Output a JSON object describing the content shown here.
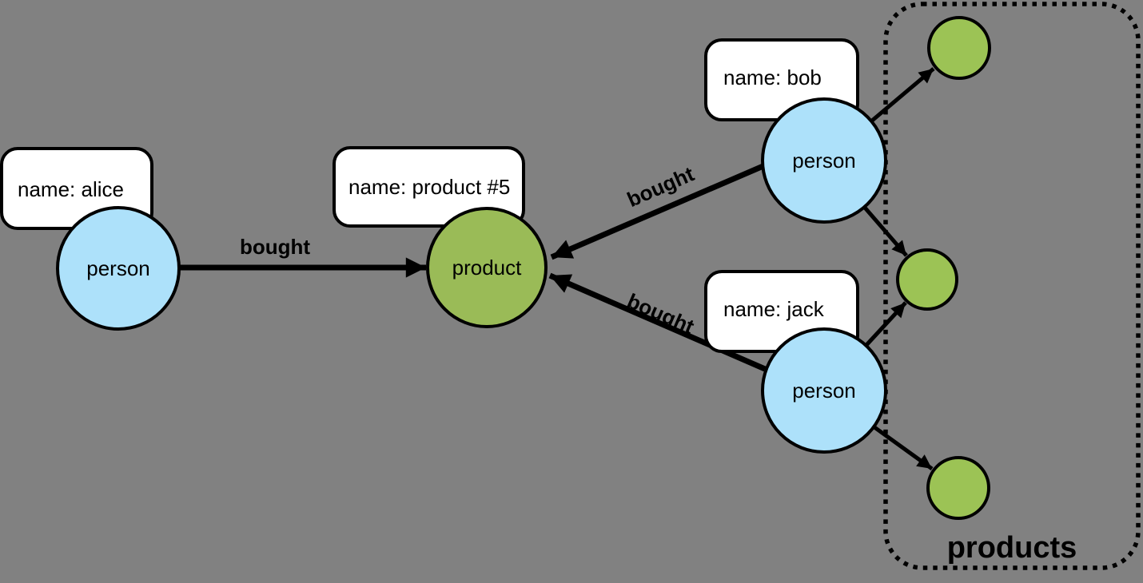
{
  "diagram": {
    "background": "#818181",
    "colors": {
      "person_fill": "#ADE1FA",
      "product_fill": "#9ABB57",
      "small_product_fill": "#9CC355",
      "label_box_fill": "#FFFFFF",
      "line_color": "#000000"
    },
    "nodes": {
      "alice": {
        "type_label": "person",
        "property": "name: alice"
      },
      "bob": {
        "type_label": "person",
        "property": "name: bob"
      },
      "jack": {
        "type_label": "person",
        "property": "name: jack"
      },
      "product5": {
        "type_label": "product",
        "property": "name: product #5"
      }
    },
    "edges": {
      "alice_bought": {
        "label": "bought"
      },
      "bob_bought": {
        "label": "bought"
      },
      "jack_bought": {
        "label": "bought"
      }
    },
    "group": {
      "label": "products"
    }
  }
}
